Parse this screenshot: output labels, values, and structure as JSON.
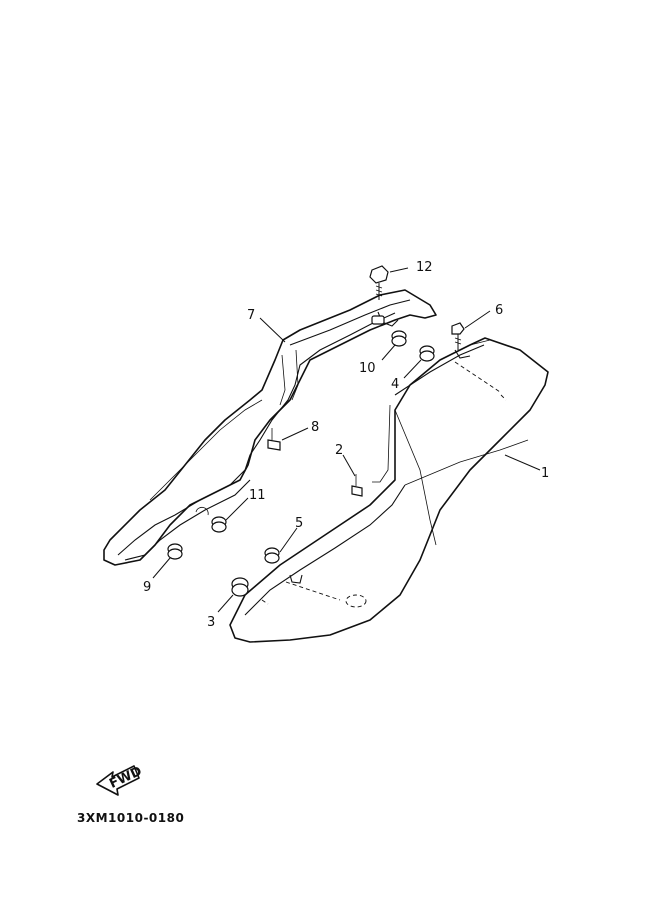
{
  "callouts": {
    "c1": "1",
    "c2": "2",
    "c3": "3",
    "c4": "4",
    "c5": "5",
    "c6": "6",
    "c7": "7",
    "c8": "8",
    "c9": "9",
    "c10": "10",
    "c11": "11",
    "c12": "12"
  },
  "fwd_label": "FWD",
  "diagram_code": "3XM1010-0180"
}
